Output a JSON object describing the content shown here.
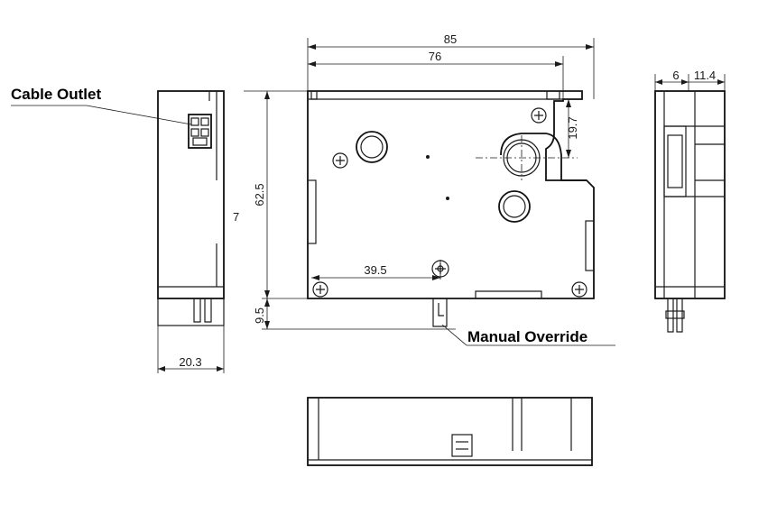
{
  "labels": {
    "cable_outlet": "Cable Outlet",
    "manual_override": "Manual Override"
  },
  "dimensions": {
    "overall_width": "85",
    "inner_width": "76",
    "height": "62.5",
    "height_side": "7",
    "override_offset": "39.5",
    "hole_offset": "19.7",
    "bottom_extension": "9.5",
    "side_depth": "20.3",
    "right_a": "6",
    "right_b": "11.4"
  }
}
